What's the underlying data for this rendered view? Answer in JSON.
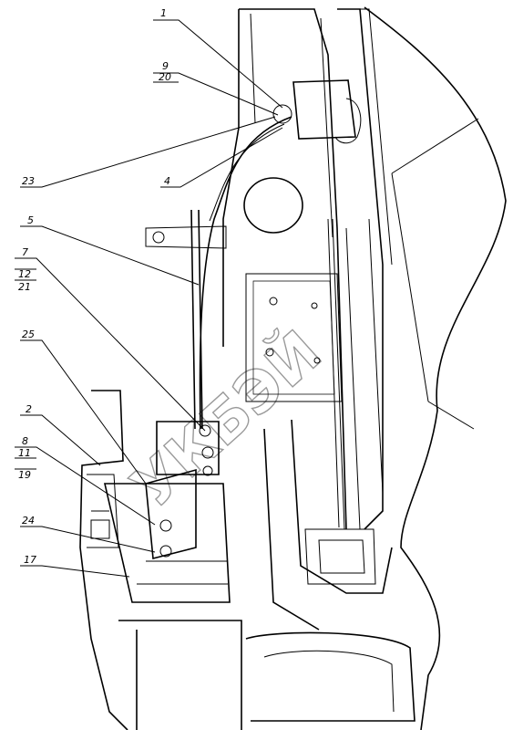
{
  "drawing": {
    "watermark": "УКБЭЙ",
    "callouts": [
      {
        "id": "c1",
        "text": "1"
      },
      {
        "id": "c9",
        "text": "9"
      },
      {
        "id": "c20",
        "text": "20"
      },
      {
        "id": "c23",
        "text": "23"
      },
      {
        "id": "c4",
        "text": "4"
      },
      {
        "id": "c5",
        "text": "5"
      },
      {
        "id": "c7",
        "text": "7"
      },
      {
        "id": "c12",
        "text": "12"
      },
      {
        "id": "c21",
        "text": "21"
      },
      {
        "id": "c25",
        "text": "25"
      },
      {
        "id": "c2",
        "text": "2"
      },
      {
        "id": "c8",
        "text": "8"
      },
      {
        "id": "c11",
        "text": "11"
      },
      {
        "id": "c19",
        "text": "19"
      },
      {
        "id": "c24",
        "text": "24"
      },
      {
        "id": "c17",
        "text": "17"
      }
    ]
  }
}
